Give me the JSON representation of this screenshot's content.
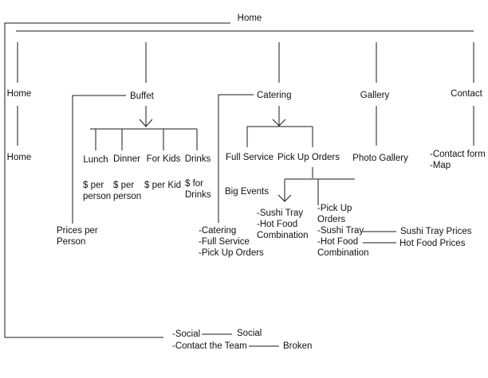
{
  "root": {
    "label": "Home"
  },
  "nodes": {
    "home": {
      "label": "Home",
      "child": "Home"
    },
    "buffet": {
      "label": "Buffet",
      "items": [
        "Lunch",
        "Dinner",
        "For Kids",
        "Drinks"
      ],
      "prices": [
        "$ per\nperson",
        "$ per\nperson",
        "$ per Kid",
        "$ for\nDrinks"
      ],
      "note": "Prices per\nPerson"
    },
    "catering": {
      "label": "Catering",
      "items": [
        "Full Service",
        "Pick Up Orders"
      ],
      "full_service_child": "Big Events",
      "pickup_children": [
        "-Sushi Tray\n-Hot Food\nCombination",
        "-Pick Up\nOrders\n-Sushi Tray\n-Hot Food\nCombination"
      ],
      "pickup_links": [
        "Sushi Tray Prices",
        "Hot Food Prices"
      ],
      "note": "-Catering\n-Full Service\n-Pick Up Orders"
    },
    "gallery": {
      "label": "Gallery",
      "child": "Photo Gallery"
    },
    "contact": {
      "label": "Contact",
      "child": "-Contact form\n-Map"
    }
  },
  "footer": {
    "social_item": "-Social",
    "social_target": "Social",
    "team_item": "-Contact the Team",
    "team_target": "Broken"
  },
  "colors": {
    "line": "#1a1a1a",
    "text": "#111111",
    "background": "#ffffff"
  }
}
